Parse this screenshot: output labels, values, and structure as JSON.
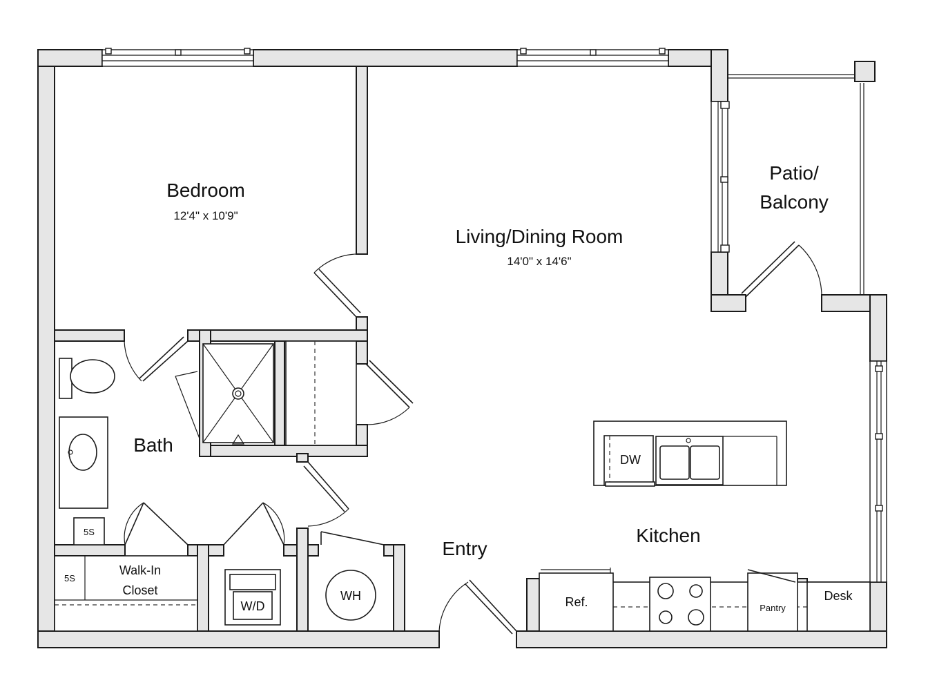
{
  "rooms": {
    "bedroom": {
      "name": "Bedroom",
      "size": "12'4\" x 10'9\""
    },
    "living": {
      "name": "Living/Dining Room",
      "size": "14'0\" x 14'6\""
    },
    "patio_line1": "Patio/",
    "patio_line2": "Balcony",
    "bath": "Bath",
    "kitchen": "Kitchen",
    "entry": "Entry",
    "closet_line1": "Walk-In",
    "closet_line2": "Closet"
  },
  "fixtures": {
    "dishwasher": "DW",
    "washer_dryer": "W/D",
    "water_heater": "WH",
    "refrigerator": "Ref.",
    "pantry": "Pantry",
    "desk": "Desk",
    "shelf_bath": "5S",
    "shelf_closet": "5S"
  }
}
